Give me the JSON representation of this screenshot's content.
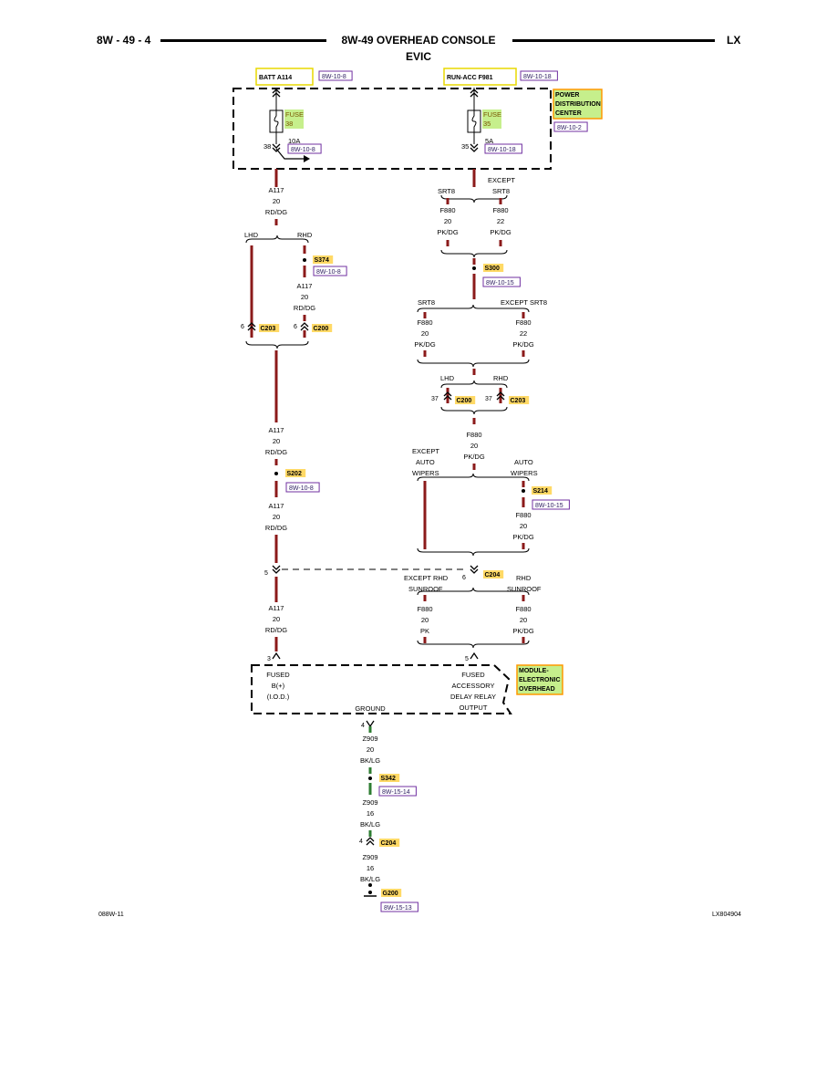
{
  "header": {
    "page_left": "8W - 49 - 4",
    "title": "8W-49 OVERHEAD CONSOLE",
    "page_right": "LX",
    "subtitle": "EVIC"
  },
  "footer": {
    "left_code": "088W-11",
    "right_code": "LX804904"
  },
  "colors": {
    "wire_red": "#8b1a1a",
    "wire_green": "#2e7d32",
    "connector_yellow": "#ffd966",
    "component_green": "#c6ef8c",
    "ref_purple": "#7030a0",
    "source_box": "#e8d800",
    "component_orange": "#ff9900"
  },
  "sources": [
    {
      "label": "BATT A114",
      "ref": "8W-10-8"
    },
    {
      "label": "RUN-ACC F981",
      "ref": "8W-10-18"
    }
  ],
  "pdc": {
    "name": [
      "POWER",
      "DISTRIBUTION",
      "CENTER"
    ],
    "ref": "8W-10-2"
  },
  "fuses": [
    {
      "word": "FUSE",
      "number": "38",
      "rating": "10A",
      "pin": "38",
      "ref": "8W-10-8"
    },
    {
      "word": "FUSE",
      "number": "35",
      "rating": "5A",
      "pin": "35",
      "ref": "8W-10-18"
    }
  ],
  "wires": [
    {
      "circuit": "A117",
      "gauge": "20",
      "color": "RD/DG"
    },
    {
      "circuit": "F880",
      "gauge": "20",
      "color": "PK/DG"
    },
    {
      "circuit": "F880",
      "gauge": "22",
      "color": "PK/DG"
    },
    {
      "circuit": "F880",
      "gauge": "20",
      "color": "PK"
    },
    {
      "circuit": "Z909",
      "gauge": "20",
      "color": "BK/LG"
    },
    {
      "circuit": "Z909",
      "gauge": "16",
      "color": "BK/LG"
    }
  ],
  "options": {
    "lhd": "LHD",
    "rhd": "RHD",
    "srt8": "SRT8",
    "except": "EXCEPT",
    "except_srt8": "EXCEPT SRT8",
    "except_auto": "EXCEPT",
    "auto": "AUTO",
    "wipers": "WIPERS",
    "except_rhd": "EXCEPT RHD",
    "sunroof": "SUNROOF"
  },
  "splices": [
    {
      "id": "S374",
      "ref": "8W-10-8"
    },
    {
      "id": "S300",
      "ref": "8W-10-15"
    },
    {
      "id": "S202",
      "ref": "8W-10-8"
    },
    {
      "id": "S214",
      "ref": "8W-10-15"
    },
    {
      "id": "S342",
      "ref": "8W-15-14"
    }
  ],
  "connectors": {
    "c203": "C203",
    "c200": "C200",
    "c204": "C204",
    "pin_6": "6",
    "pin_37": "37",
    "pin_5": "5",
    "pin_3": "3",
    "pin_4": "4"
  },
  "module": {
    "name": [
      "MODULE-",
      "ELECTRONIC",
      "OVERHEAD"
    ],
    "pin3_text": [
      "FUSED",
      "B(+)",
      "(I.O.D.)"
    ],
    "pin5_text": [
      "FUSED",
      "ACCESSORY",
      "DELAY RELAY",
      "OUTPUT"
    ],
    "ground_text": "GROUND"
  },
  "ground": {
    "id": "G200",
    "ref": "8W-15-13"
  }
}
